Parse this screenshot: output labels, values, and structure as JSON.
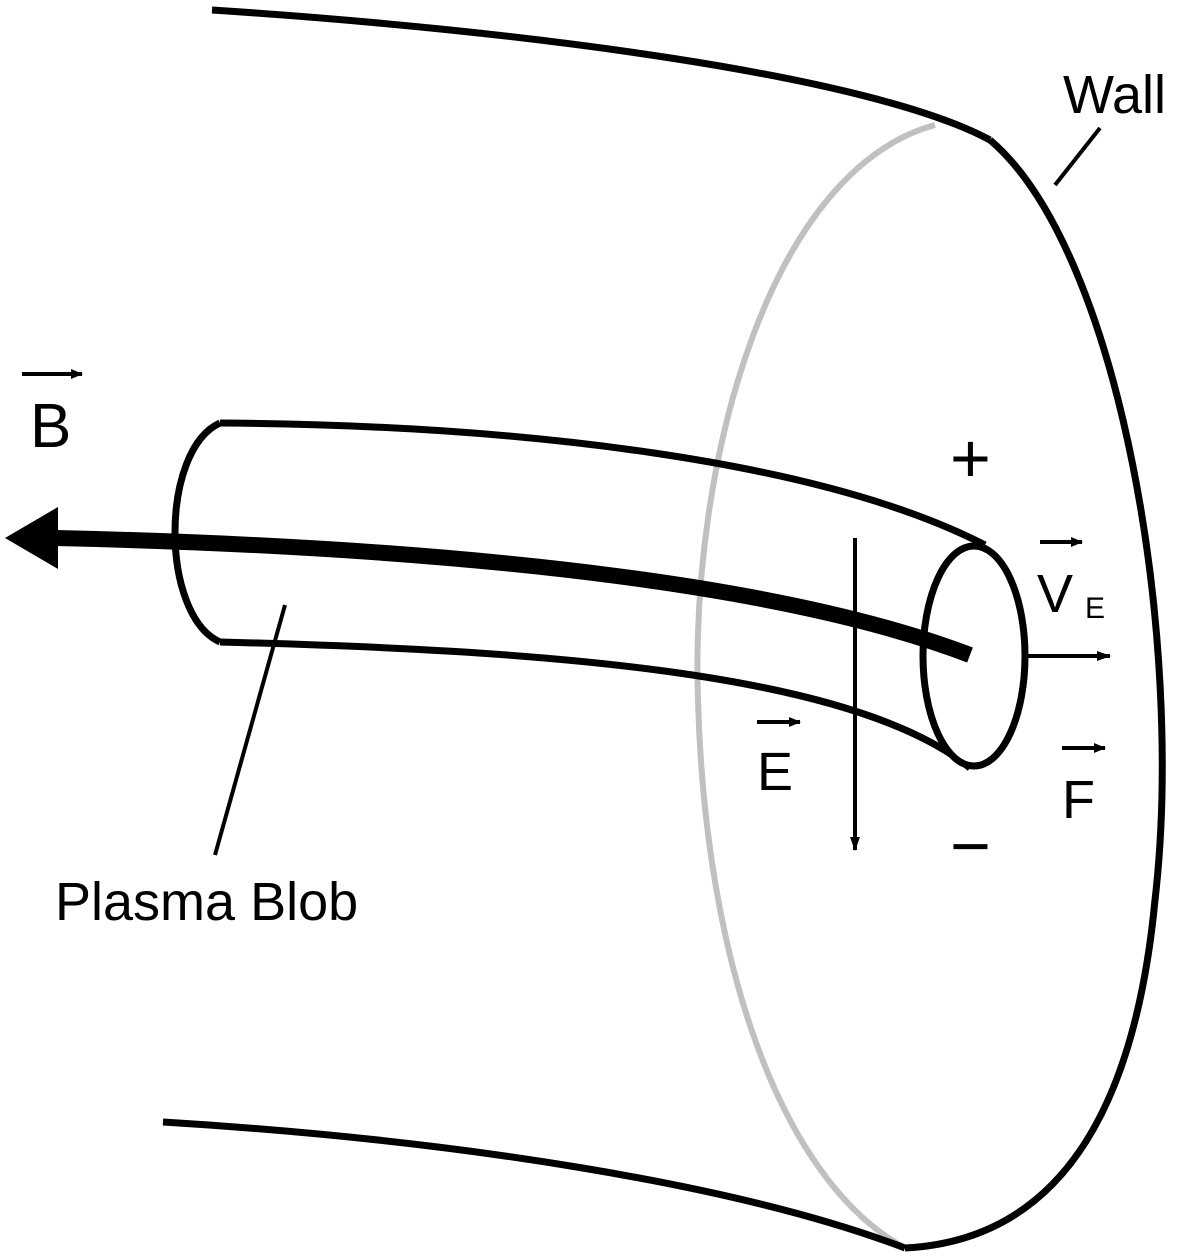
{
  "labels": {
    "wall": "Wall",
    "plasma_blob": "Plasma Blob",
    "b_field": "B",
    "e_field": "E",
    "force": "F",
    "velocity": "V",
    "velocity_subscript": "E",
    "plus": "+",
    "minus": "−"
  },
  "colors": {
    "lines": "#000000",
    "far_rim": "#c0c0c0",
    "background": "#ffffff"
  }
}
